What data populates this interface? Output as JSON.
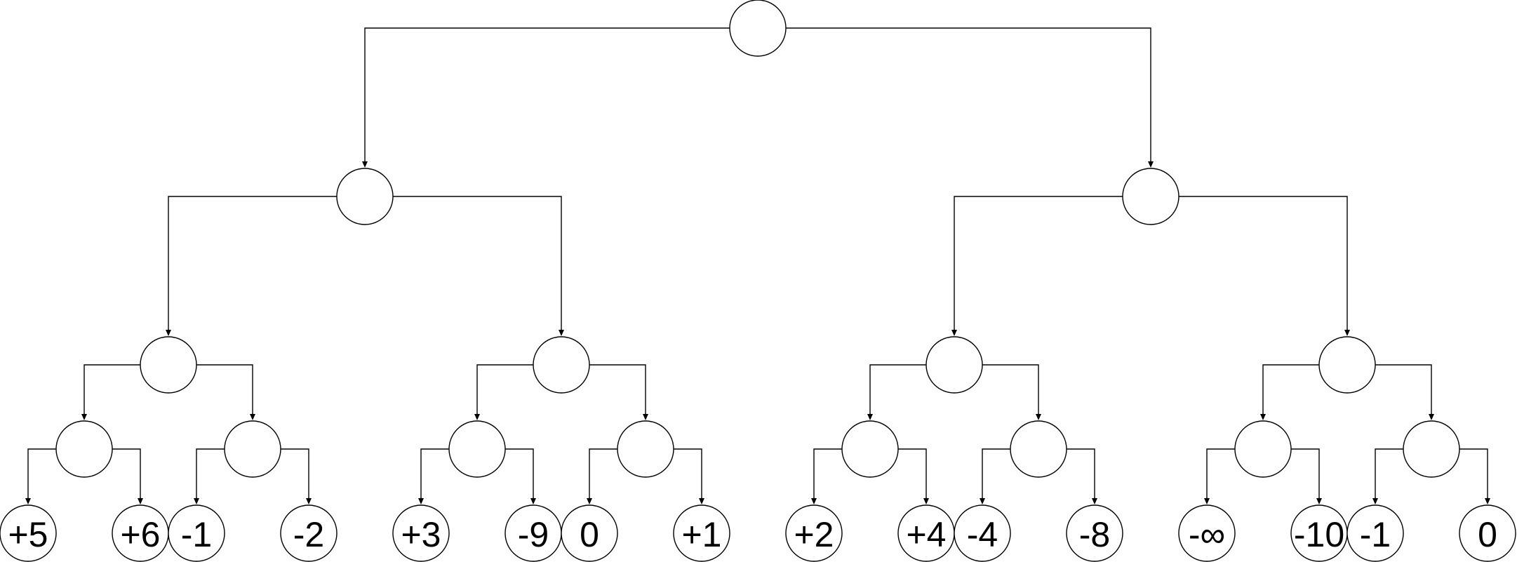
{
  "tree": {
    "depth": 4,
    "leaf_values": [
      "+5",
      "+6",
      "-1",
      "-2",
      "+3",
      "-9",
      "0",
      "+1",
      "+2",
      "+4",
      "-4",
      "-8",
      "-∞",
      "-10",
      "-1",
      "0"
    ],
    "internal_labels": ""
  },
  "colors": {
    "stroke": "#000000",
    "fill": "#ffffff"
  }
}
